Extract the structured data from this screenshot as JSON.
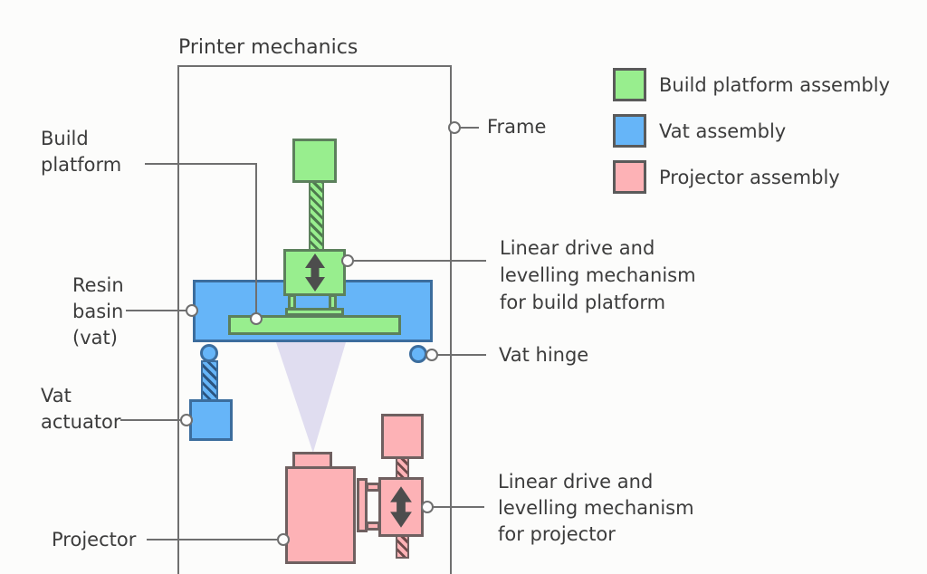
{
  "title": "Printer mechanics",
  "legend": {
    "items": [
      {
        "label": "Build platform assembly",
        "color": "#98ee8e"
      },
      {
        "label": "Vat assembly",
        "color": "#66b5f8"
      },
      {
        "label": "Projector assembly",
        "color": "#fdb2b6"
      }
    ]
  },
  "labels": {
    "build_platform": [
      "Build",
      "platform"
    ],
    "resin_basin": [
      "Resin",
      "basin",
      "(vat)"
    ],
    "vat_actuator": [
      "Vat",
      "actuator"
    ],
    "projector": "Projector",
    "frame": "Frame",
    "linear_drive_build_platform": [
      "Linear drive and",
      "levelling mechanism",
      "for build platform"
    ],
    "vat_hinge": "Vat hinge",
    "linear_drive_projector": [
      "Linear drive and",
      "levelling mechanism",
      "for projector"
    ]
  },
  "colors": {
    "build_platform_assembly": "#98ee8e",
    "vat_assembly": "#66b5f8",
    "projector_assembly": "#fdb2b6",
    "outline": "#6f6f6f",
    "text": "#3c3c3c",
    "light_cone": "#c8c2e8",
    "arrow": "#4d4d4d"
  }
}
